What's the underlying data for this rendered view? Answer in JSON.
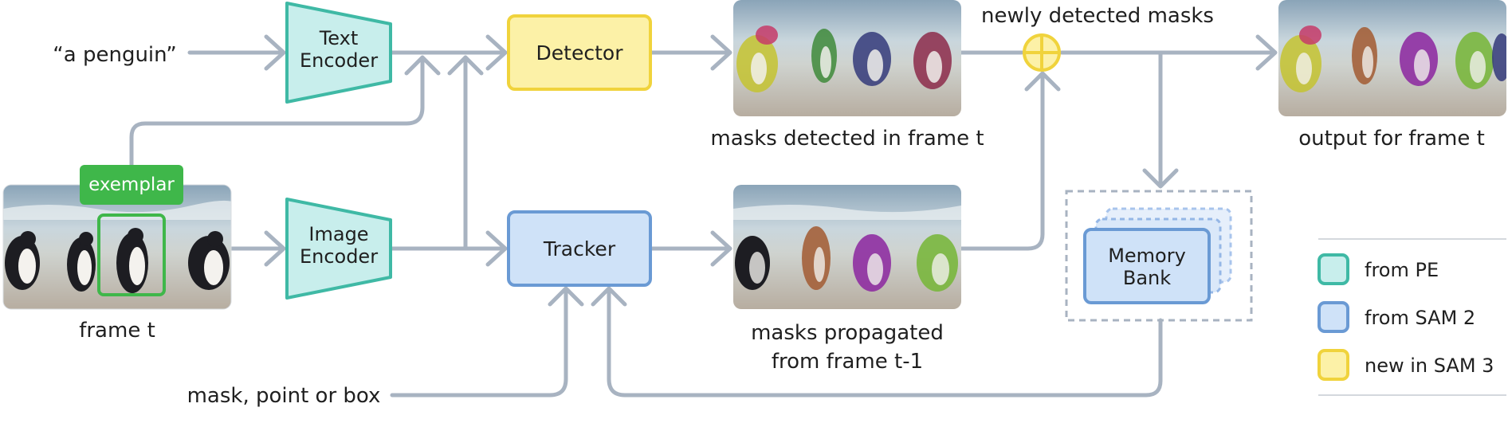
{
  "inputs": {
    "prompt_text": "“a penguin”",
    "frame_caption": "frame t",
    "exemplar_label": "exemplar",
    "visual_prompt": "mask, point or box"
  },
  "blocks": {
    "text_encoder": [
      "Text",
      "Encoder"
    ],
    "image_encoder": [
      "Image",
      "Encoder"
    ],
    "detector": "Detector",
    "tracker": "Tracker",
    "memory_bank": [
      "Memory",
      "Bank"
    ]
  },
  "captions": {
    "detected": "masks detected in frame t",
    "propagated": [
      "masks propagated",
      "from frame t-1"
    ],
    "top_label": "newly detected masks",
    "output": "output for frame t"
  },
  "legend": [
    {
      "label": "from PE",
      "color": "#c8eeec",
      "border": "#3fb9a5"
    },
    {
      "label": "from SAM 2",
      "color": "#cfe2f8",
      "border": "#6a9ad4"
    },
    {
      "label": "new in SAM 3",
      "color": "#fcf1a7",
      "border": "#f0d33c"
    }
  ],
  "colors": {
    "arrow": "#a8b3c1",
    "exemplar": "#3fb74a",
    "encoder_fill": "#c8eeec",
    "encoder_stroke": "#3fb9a5",
    "sam2_fill": "#cfe2f8",
    "sam2_stroke": "#6a9ad4",
    "new_fill": "#fcf1a7",
    "new_stroke": "#f0d33c"
  }
}
